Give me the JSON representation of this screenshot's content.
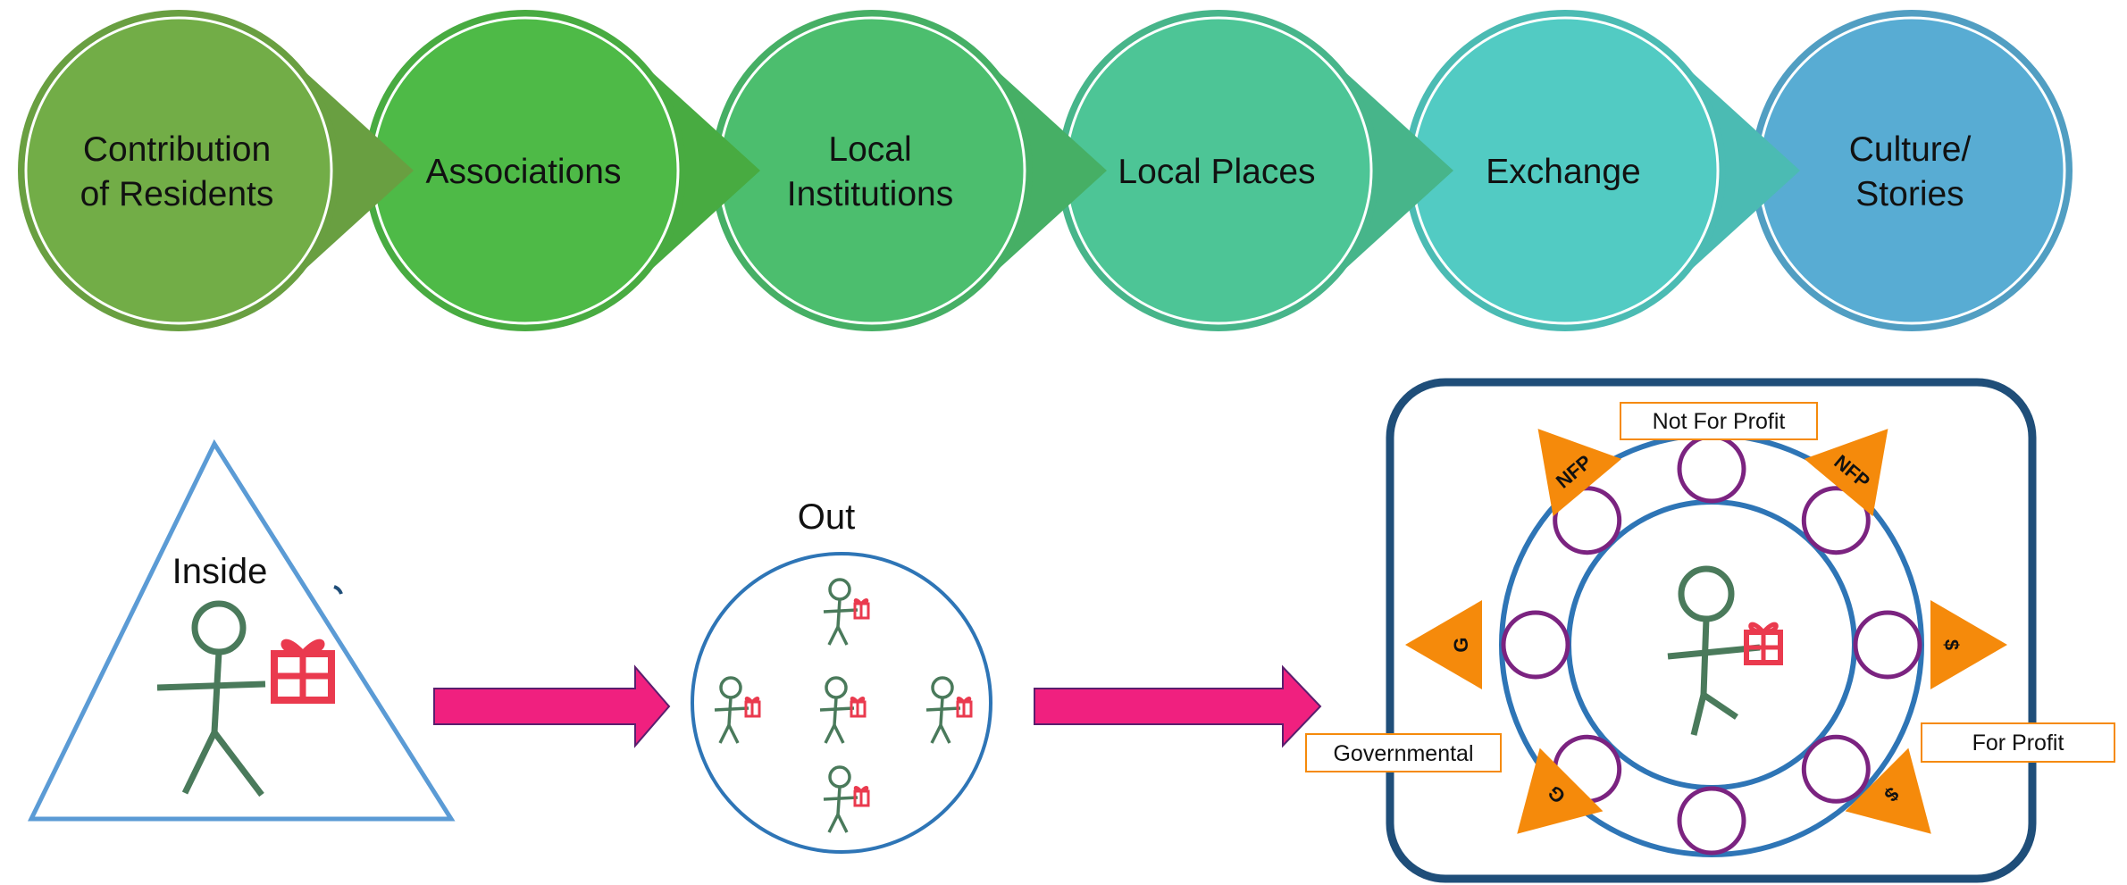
{
  "process_steps": [
    {
      "lines": [
        "Contribution",
        "of Residents"
      ],
      "color": "#72ad47"
    },
    {
      "lines": [
        "Associations"
      ],
      "color": "#4eba47"
    },
    {
      "lines": [
        "Local",
        "Institutions"
      ],
      "color": "#4cbe6e"
    },
    {
      "lines": [
        "Local Places"
      ],
      "color": "#4dc596"
    },
    {
      "lines": [
        "Exchange"
      ],
      "color": "#52cbc3"
    },
    {
      "lines": [
        "Culture/",
        "Stories"
      ],
      "color": "#58acd3"
    }
  ],
  "inside_section": {
    "label": "Inside",
    "triangle_color": "#5b9bd5"
  },
  "out_section": {
    "label": "Out",
    "circle_color": "#2e75b6"
  },
  "arrow_color": "#f0207f",
  "figure_colors": {
    "stick": "#4a7a5b",
    "gift": "#ea3a4e"
  },
  "community_map": {
    "frame_color": "#1f4e79",
    "ring_color": "#2e75b6",
    "node_color": "#7b2380",
    "marker_color": "#f58a0b",
    "labels": {
      "not_for_profit": "Not For Profit",
      "for_profit": "For Profit",
      "governmental": "Governmental"
    },
    "markers": {
      "nfp": "NFP",
      "dollar": "$",
      "gov": "G"
    }
  }
}
